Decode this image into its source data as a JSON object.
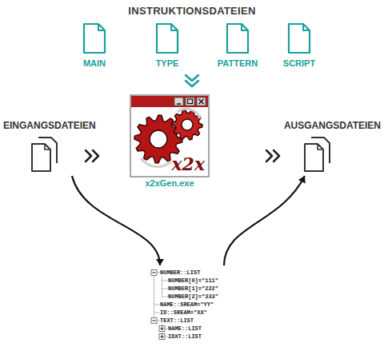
{
  "diagram": {
    "title": "INSTRUKTIONSDATEIEN",
    "nodes": [
      {
        "text": [
          "MAIN"
        ]
      },
      {
        "text": [
          "TYPE"
        ]
      },
      {
        "text": [
          "PATTERN"
        ]
      },
      {
        "text": [
          "SCRIPT"
        ]
      },
      {
        "text": [
          "EINGANGSDATEIEN"
        ]
      },
      {
        "text": [
          "x2x",
          "x2xGen.exe"
        ]
      },
      {
        "text": [
          "AUSGANGSDATEIEN"
        ]
      },
      {
        "text": [
          "NUMBER::LIST",
          "NUMBER[0]=\"111\"",
          "NUMBER[1]=\"222\"",
          "NUMBER[2]=\"333\"",
          "NAME::SREAM=\"YY\"",
          "ID::SREAM=\"XX\"",
          "TEXT::LIST",
          "NAME::LIST",
          "IDXT::LIST"
        ]
      }
    ],
    "edges": [
      {
        "from": 4,
        "to": 7,
        "arrow": "to"
      },
      {
        "from": 7,
        "to": 6,
        "arrow": "to"
      }
    ]
  }
}
